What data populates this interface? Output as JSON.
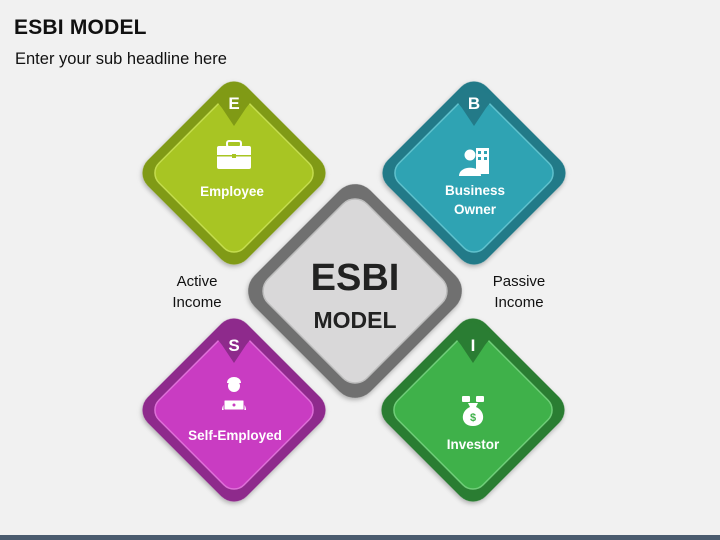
{
  "header": {
    "title": "ESBI MODEL",
    "subtitle": "Enter your sub headline here"
  },
  "center": {
    "line1": "ESBI",
    "line2": "MODEL"
  },
  "labels": {
    "active_line1": "Active",
    "active_line2": "Income",
    "passive_line1": "Passive",
    "passive_line2": "Income"
  },
  "quadrants": {
    "e": {
      "letter": "E",
      "line1": "Employee",
      "icon": "briefcase-icon",
      "color": "#a8c523",
      "dark": "#809a15"
    },
    "b": {
      "letter": "B",
      "line1": "Business",
      "line2": "Owner",
      "icon": "business-owner-icon",
      "color": "#2fa3b3",
      "dark": "#237a88"
    },
    "s": {
      "letter": "S",
      "line1": "Self-Employed",
      "icon": "self-employed-icon",
      "color": "#c93cc2",
      "dark": "#8e2a8c"
    },
    "i": {
      "letter": "I",
      "line1": "Investor",
      "icon": "money-bag-icon",
      "color": "#3fb14a",
      "dark": "#2a7d33"
    }
  }
}
